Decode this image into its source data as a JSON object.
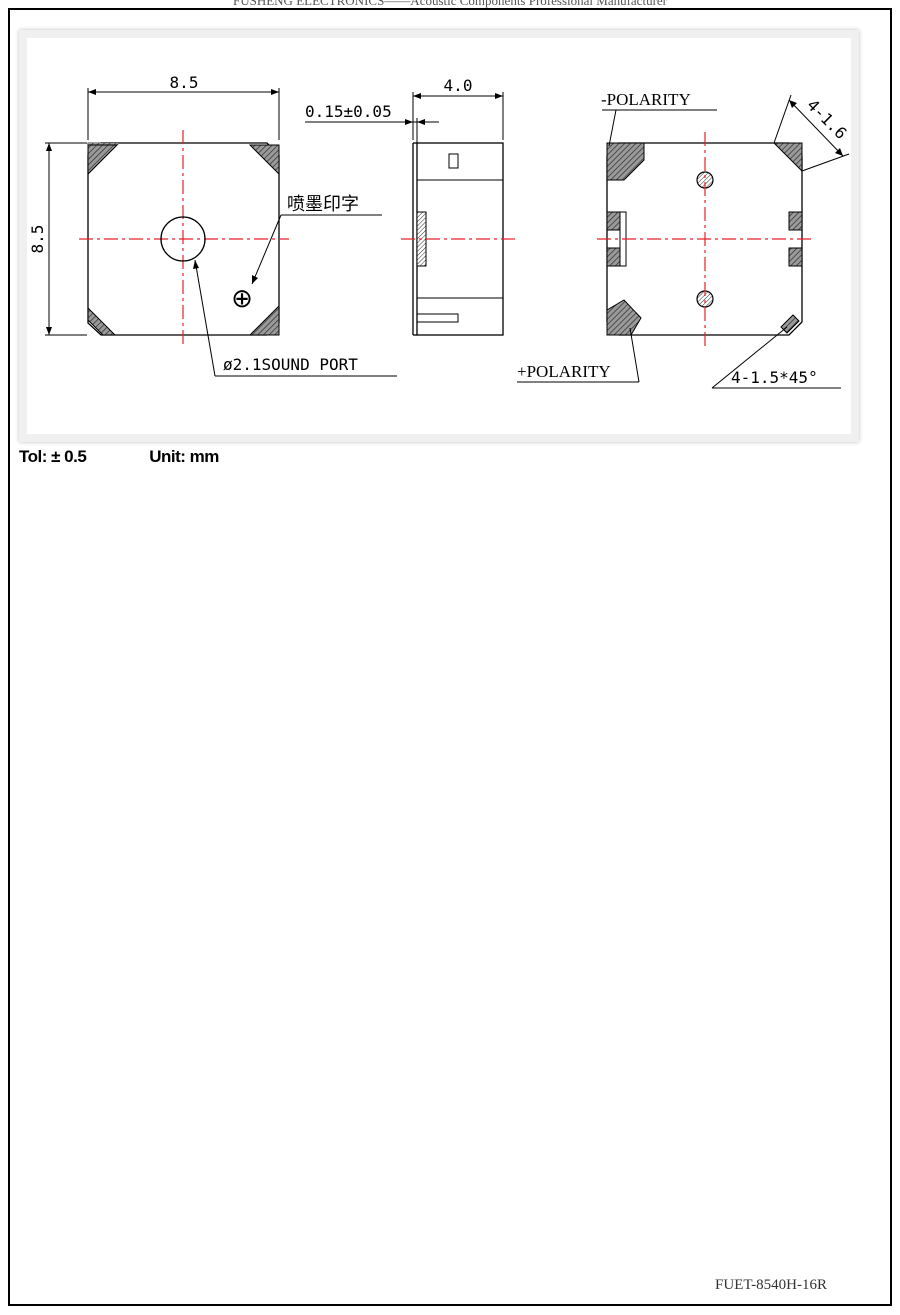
{
  "header": {
    "text": "FUSHENG ELECTRONICS——Acoustic Components Professional Manufacturer"
  },
  "drawing": {
    "dim_width": "8.5",
    "dim_height": "8.5",
    "dim_thickness": "4.0",
    "dim_gap": "0.15±0.05",
    "ink_mark_label": "喷墨印字",
    "sound_port_label": "ø2.1SOUND PORT",
    "neg_polarity_label": "-POLARITY",
    "pos_polarity_label": "+POLARITY",
    "pad_size_label": "4-1.6",
    "chamfer_label": "4-1.5*45°",
    "plus_symbol": "⊕",
    "colors": {
      "centerline": "#e8202a",
      "outline": "#000000",
      "hatch": "#555555"
    }
  },
  "specs": {
    "tolerance": "Tol: ± 0.5",
    "unit": "Unit: mm"
  },
  "footer": {
    "part_number": "FUET-8540H-16R"
  }
}
